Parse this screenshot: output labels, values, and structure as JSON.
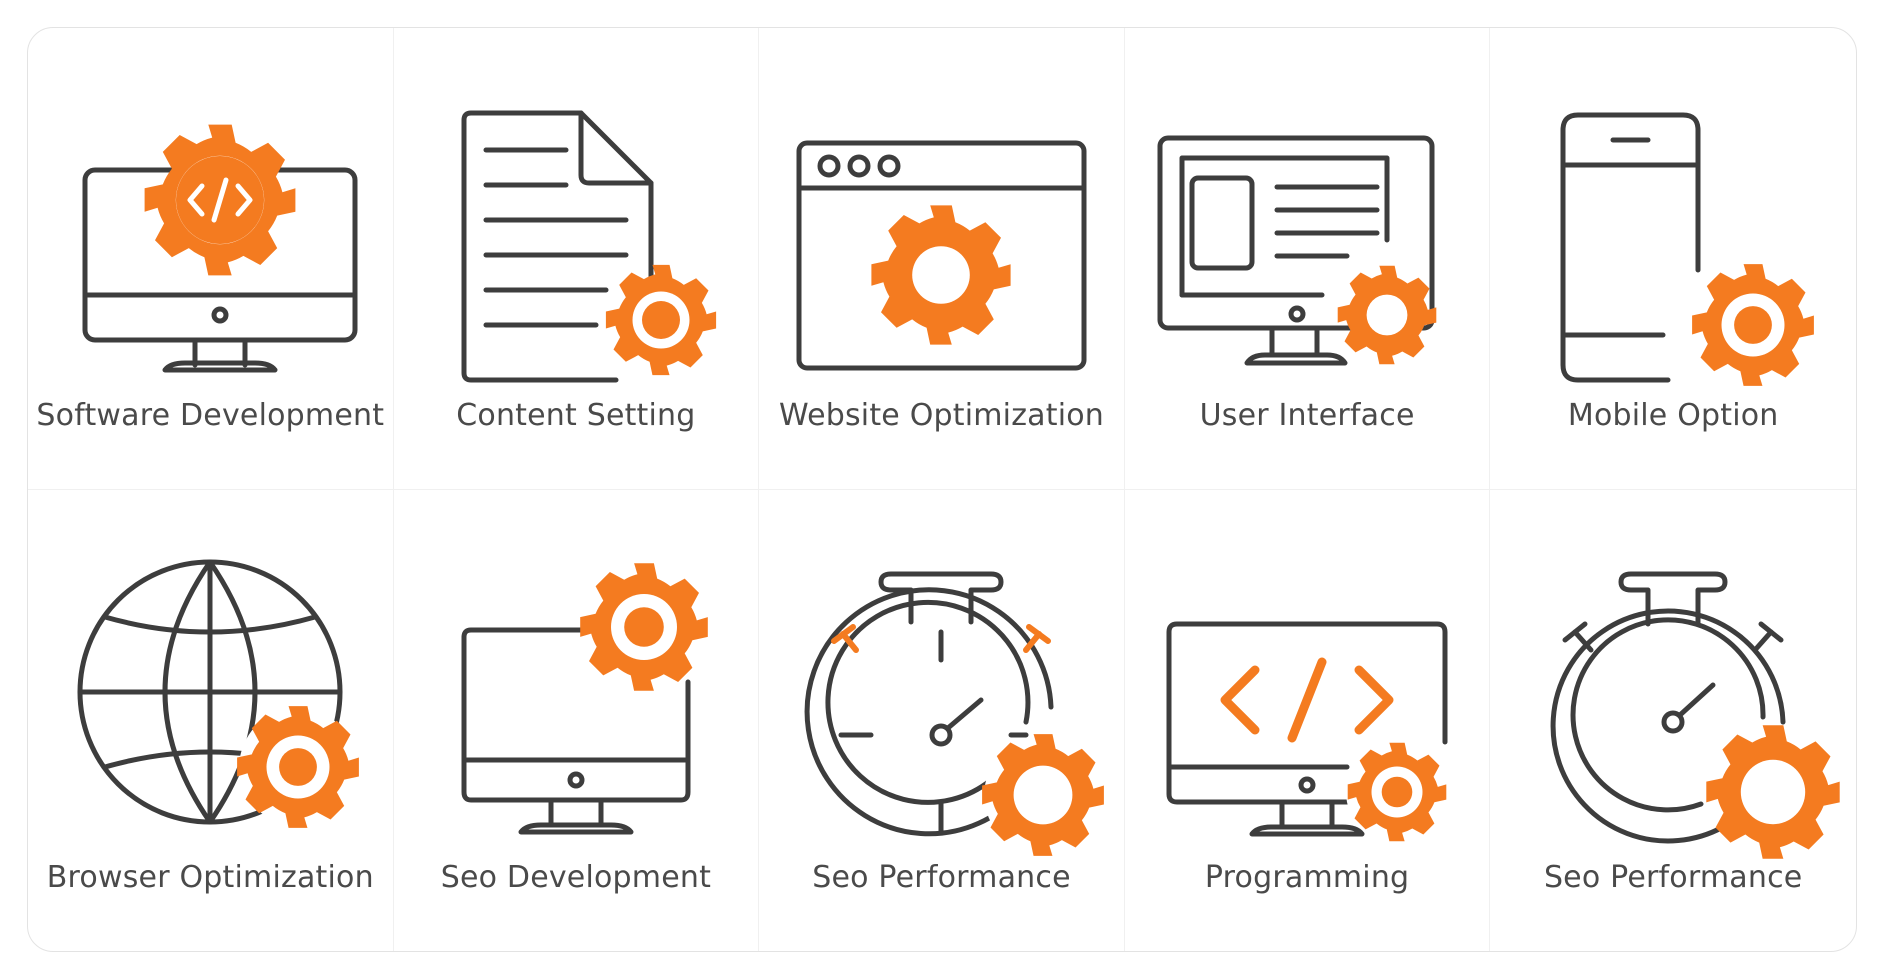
{
  "accent_color": "#f47b20",
  "stroke_color": "#3d3d3d",
  "items": [
    {
      "label": "Software Development",
      "icon": "software-development-icon"
    },
    {
      "label": "Content Setting",
      "icon": "content-setting-icon"
    },
    {
      "label": "Website Optimization",
      "icon": "website-optimization-icon"
    },
    {
      "label": "User Interface",
      "icon": "user-interface-icon"
    },
    {
      "label": "Mobile Option",
      "icon": "mobile-option-icon"
    },
    {
      "label": "Browser Optimization",
      "icon": "browser-optimization-icon"
    },
    {
      "label": "Seo Development",
      "icon": "seo-development-icon"
    },
    {
      "label": "Seo Performance",
      "icon": "seo-performance-icon"
    },
    {
      "label": "Programming",
      "icon": "programming-icon"
    },
    {
      "label": "Seo Performance",
      "icon": "seo-performance-alt-icon"
    }
  ]
}
